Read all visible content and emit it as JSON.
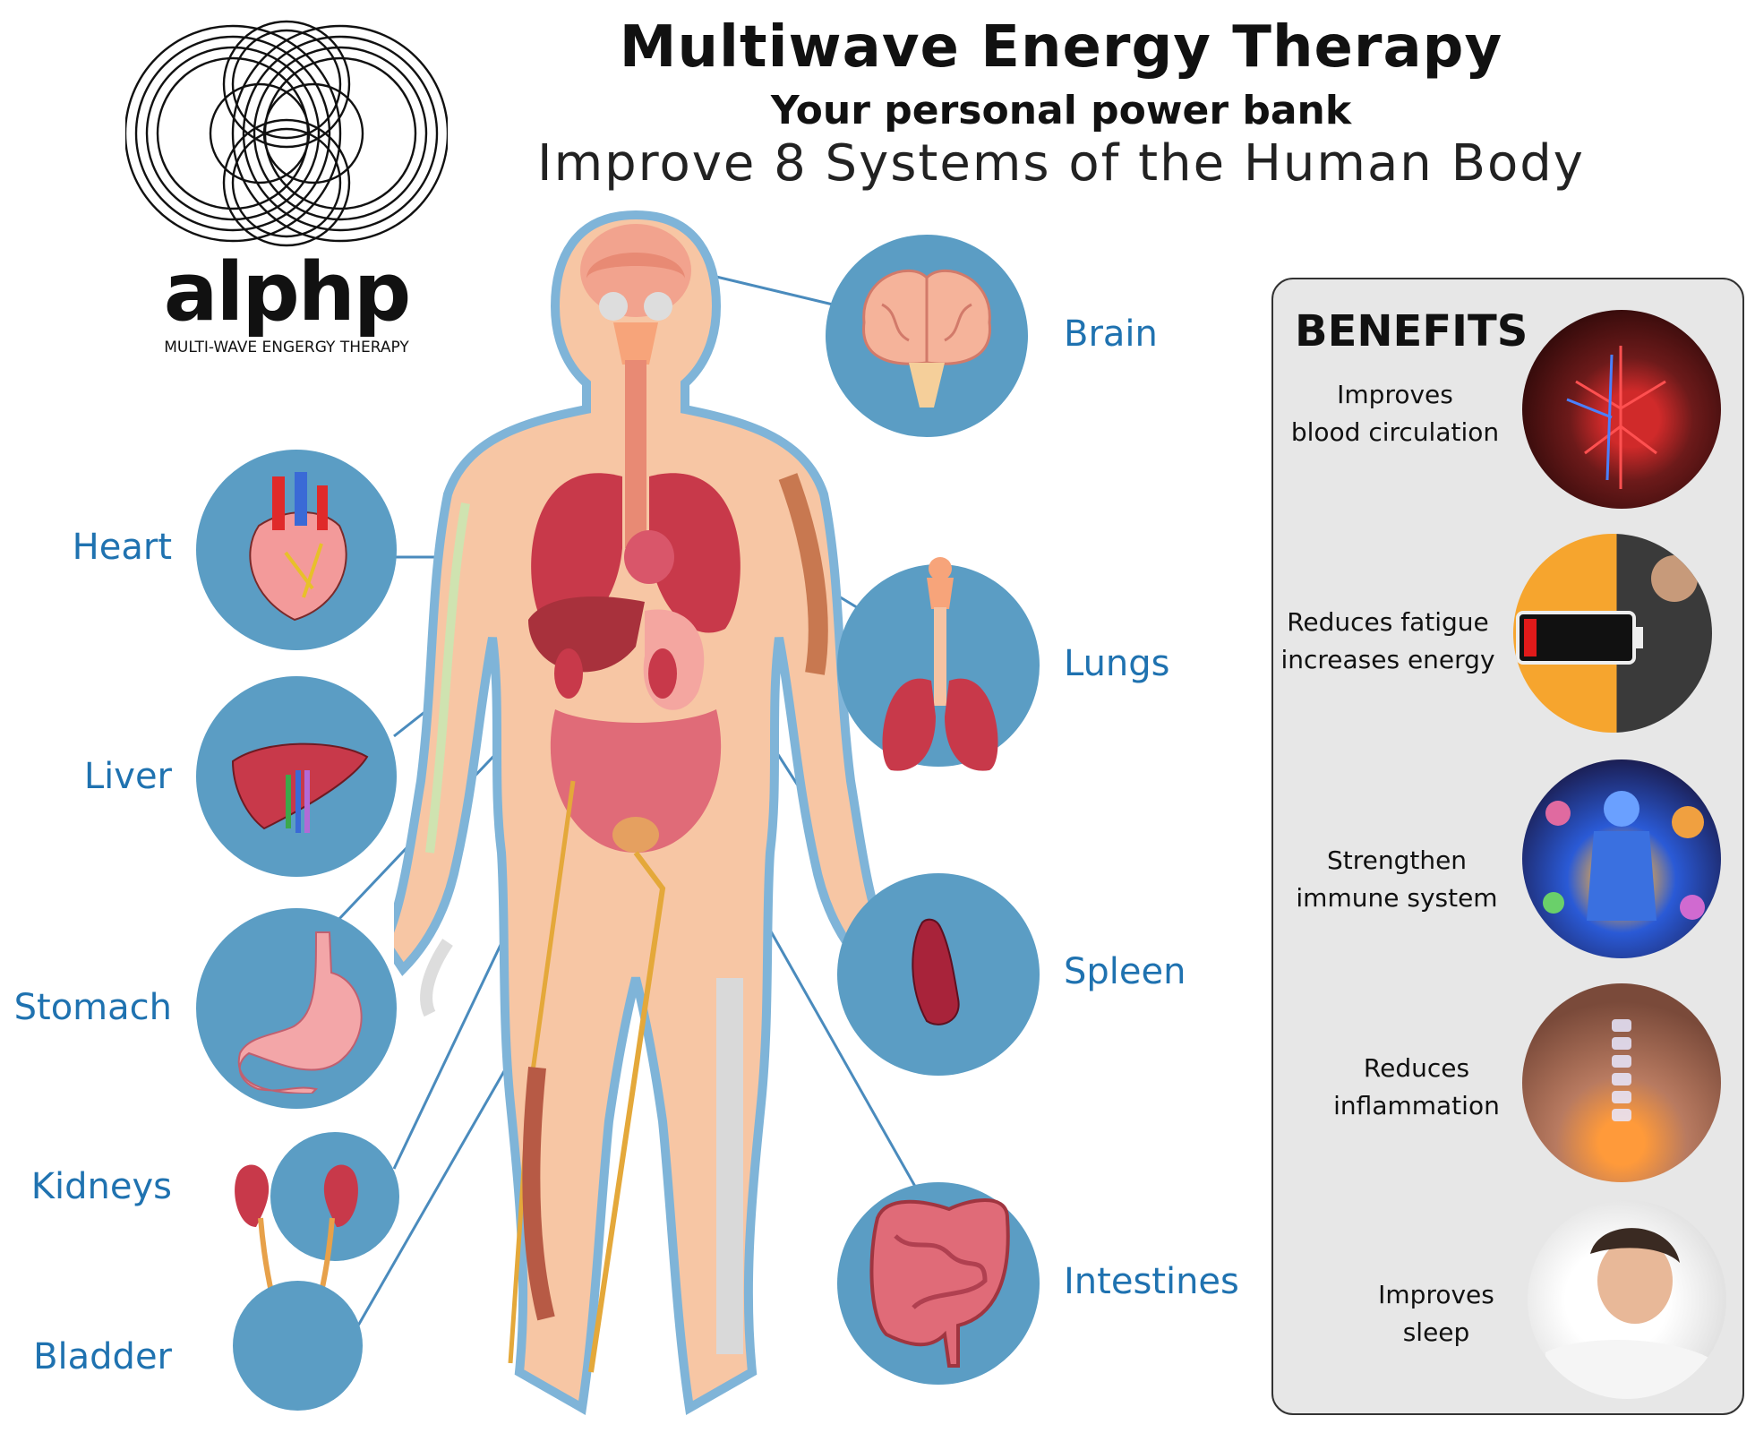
{
  "header": {
    "title": "Multiwave Energy Therapy",
    "subtitle": "Your personal power bank",
    "tagline": "Improve 8 Systems of the Human Body"
  },
  "logo": {
    "wordmark": "alphp",
    "caption": "MULTI-WAVE ENGERGY THERAPY"
  },
  "organs_left": [
    {
      "label": "Heart",
      "icon": "heart-icon"
    },
    {
      "label": "Liver",
      "icon": "liver-icon"
    },
    {
      "label": "Stomach",
      "icon": "stomach-icon"
    },
    {
      "label": "Kidneys",
      "icon": "kidneys-icon"
    },
    {
      "label": "Bladder",
      "icon": "bladder-icon"
    }
  ],
  "organs_right": [
    {
      "label": "Brain",
      "icon": "brain-icon"
    },
    {
      "label": "Lungs",
      "icon": "lungs-icon"
    },
    {
      "label": "Spleen",
      "icon": "spleen-icon"
    },
    {
      "label": "Intestines",
      "icon": "intestines-icon"
    }
  ],
  "benefits": {
    "title": "BENEFITS",
    "items": [
      {
        "line1": "Improves",
        "line2": "blood circulation",
        "icon": "circulation-image"
      },
      {
        "line1": "Reduces fatigue",
        "line2": "increases energy",
        "icon": "low-battery-image"
      },
      {
        "line1": "Strengthen",
        "line2": "immune system",
        "icon": "immune-image"
      },
      {
        "line1": "Reduces",
        "line2": "inflammation",
        "icon": "back-pain-image"
      },
      {
        "line1": "Improves",
        "line2": "sleep",
        "icon": "sleep-image"
      }
    ]
  },
  "colors": {
    "circle": "#5b9dc4",
    "label": "#1f72b0",
    "connector": "#4a8bbd",
    "body_skin": "#f7c6a4",
    "panel": "#e7e7e7"
  }
}
